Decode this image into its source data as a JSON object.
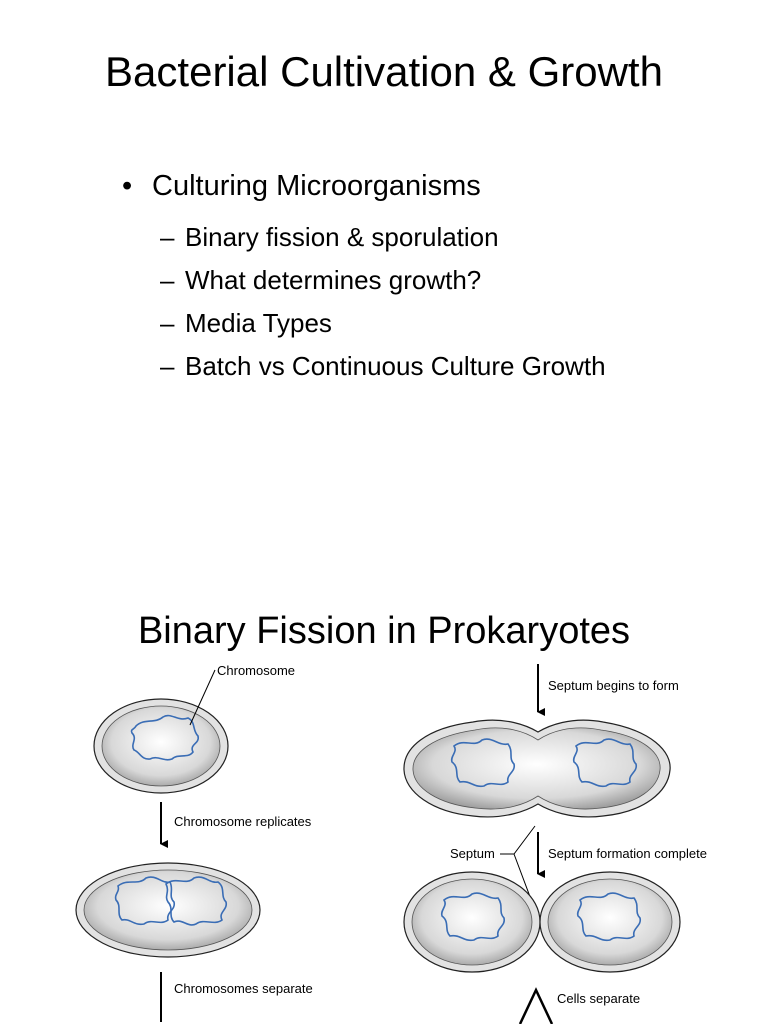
{
  "slide1": {
    "title": "Bacterial Cultivation & Growth",
    "bullet": {
      "marker": "•",
      "text": "Culturing Microorganisms"
    },
    "sub_marker": "–",
    "sub_items": [
      "Binary fission & sporulation",
      "What determines growth?",
      "Media Types",
      "Batch vs Continuous Culture Growth"
    ]
  },
  "slide2": {
    "title": "Binary Fission in Prokaryotes",
    "figure": {
      "labels": {
        "chromosome": "Chromosome",
        "chromosome_replicates": "Chromosome replicates",
        "chromosomes_separate": "Chromosomes separate",
        "septum_begins": "Septum begins to form",
        "septum": "Septum",
        "septum_complete": "Septum formation complete",
        "cells_separate": "Cells separate"
      },
      "colors": {
        "chromosome": "#3a6db5",
        "cell_fill": "#d0d0d0",
        "outline": "#222222"
      }
    }
  }
}
